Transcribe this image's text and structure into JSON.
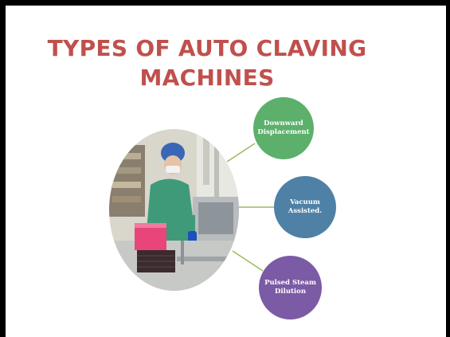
{
  "slide": {
    "title_line1": "TYPES OF AUTO CLAVING",
    "title_line2": "MACHINES"
  },
  "nodes": [
    {
      "label": "Downward Displacement",
      "color": "#5cb06b"
    },
    {
      "label": "Vacuum Assisted.",
      "color": "#4f81a7"
    },
    {
      "label": "Pulsed Steam Dilution",
      "color": "#7b5aa6"
    }
  ],
  "colors": {
    "title": "#c0504d",
    "connector": "#9bbb59"
  },
  "image": {
    "subject": "lab-worker-autoclave-photo"
  }
}
